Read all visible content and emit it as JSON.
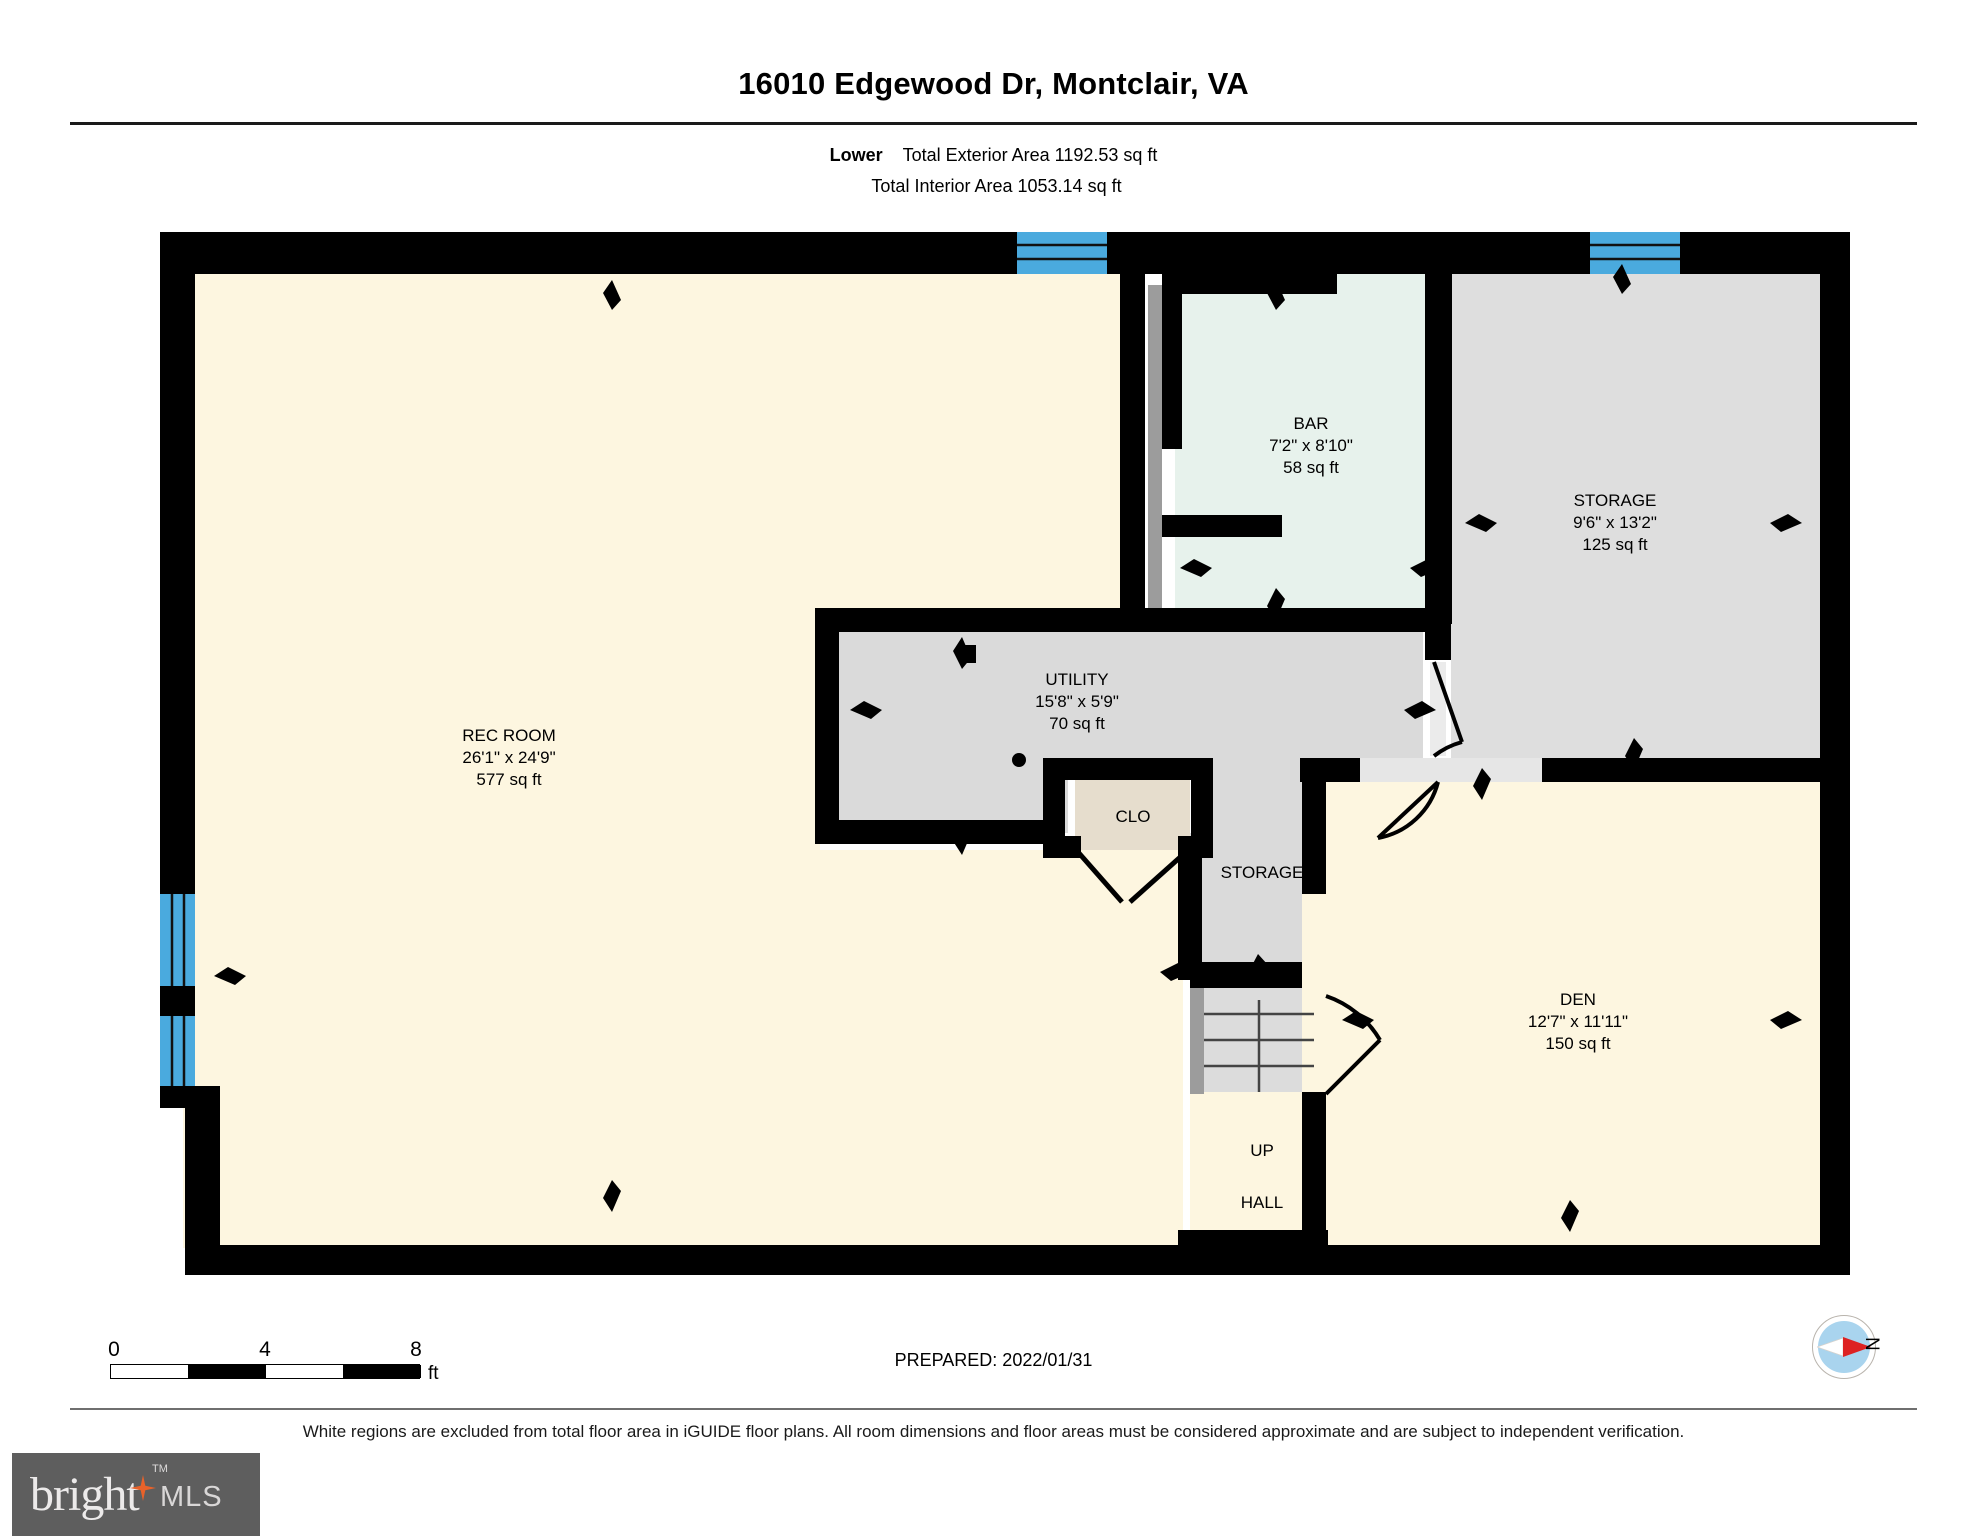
{
  "header": {
    "title": "16010 Edgewood Dr, Montclair, VA",
    "level_label": "Lower",
    "total_exterior": "Total Exterior Area 1192.53 sq ft",
    "total_interior": "Total Interior Area 1053.14 sq ft"
  },
  "floorplan": {
    "rooms": [
      {
        "key": "rec_room",
        "name": "REC ROOM",
        "dimensions": "26'1\" x 24'9\"",
        "area": "577 sq ft",
        "fill": "#fdf6e0"
      },
      {
        "key": "bar",
        "name": "BAR",
        "dimensions": "7'2\" x 8'10\"",
        "area": "58 sq ft",
        "fill": "#e7f2ec"
      },
      {
        "key": "storage_right",
        "name": "STORAGE",
        "dimensions": "9'6\" x 13'2\"",
        "area": "125 sq ft",
        "fill": "#dedede"
      },
      {
        "key": "utility",
        "name": "UTILITY",
        "dimensions": "15'8\" x 5'9\"",
        "area": "70 sq ft",
        "fill": "#dadada"
      },
      {
        "key": "den",
        "name": "DEN",
        "dimensions": "12'7\" x 11'11\"",
        "area": "150 sq ft",
        "fill": "#fdf6e0"
      },
      {
        "key": "closet",
        "name": "CLO",
        "dimensions": "",
        "area": "",
        "fill": "#e6ddcd"
      },
      {
        "key": "storage_center",
        "name": "STORAGE",
        "dimensions": "",
        "area": "",
        "fill": "#dadada"
      },
      {
        "key": "hall",
        "name": "HALL",
        "dimensions": "",
        "area": "",
        "fill": "#fdf6e0"
      },
      {
        "key": "stairs",
        "name": "UP",
        "dimensions": "",
        "area": "",
        "fill": "#dcdcdc"
      }
    ],
    "colors": {
      "wall": "#000000",
      "window": "#4aaade",
      "door_gap": "#d6d6d6",
      "beige": "#fdf6e0",
      "grey": "#dadada",
      "mint": "#e7f2ec",
      "closet": "#e6ddcd"
    }
  },
  "scalebar": {
    "ticks": [
      "0",
      "4",
      "8"
    ],
    "unit": "ft"
  },
  "prepared": "PREPARED: 2022/01/31",
  "compass": {
    "north_label": "N"
  },
  "footer": {
    "disclaimer": "White regions are excluded from total floor area in iGUIDE floor plans. All room dimensions and floor areas must be considered approximate and are subject to independent verification.",
    "logo_bright": "bright",
    "logo_mls": "MLS",
    "logo_tm": "TM"
  }
}
